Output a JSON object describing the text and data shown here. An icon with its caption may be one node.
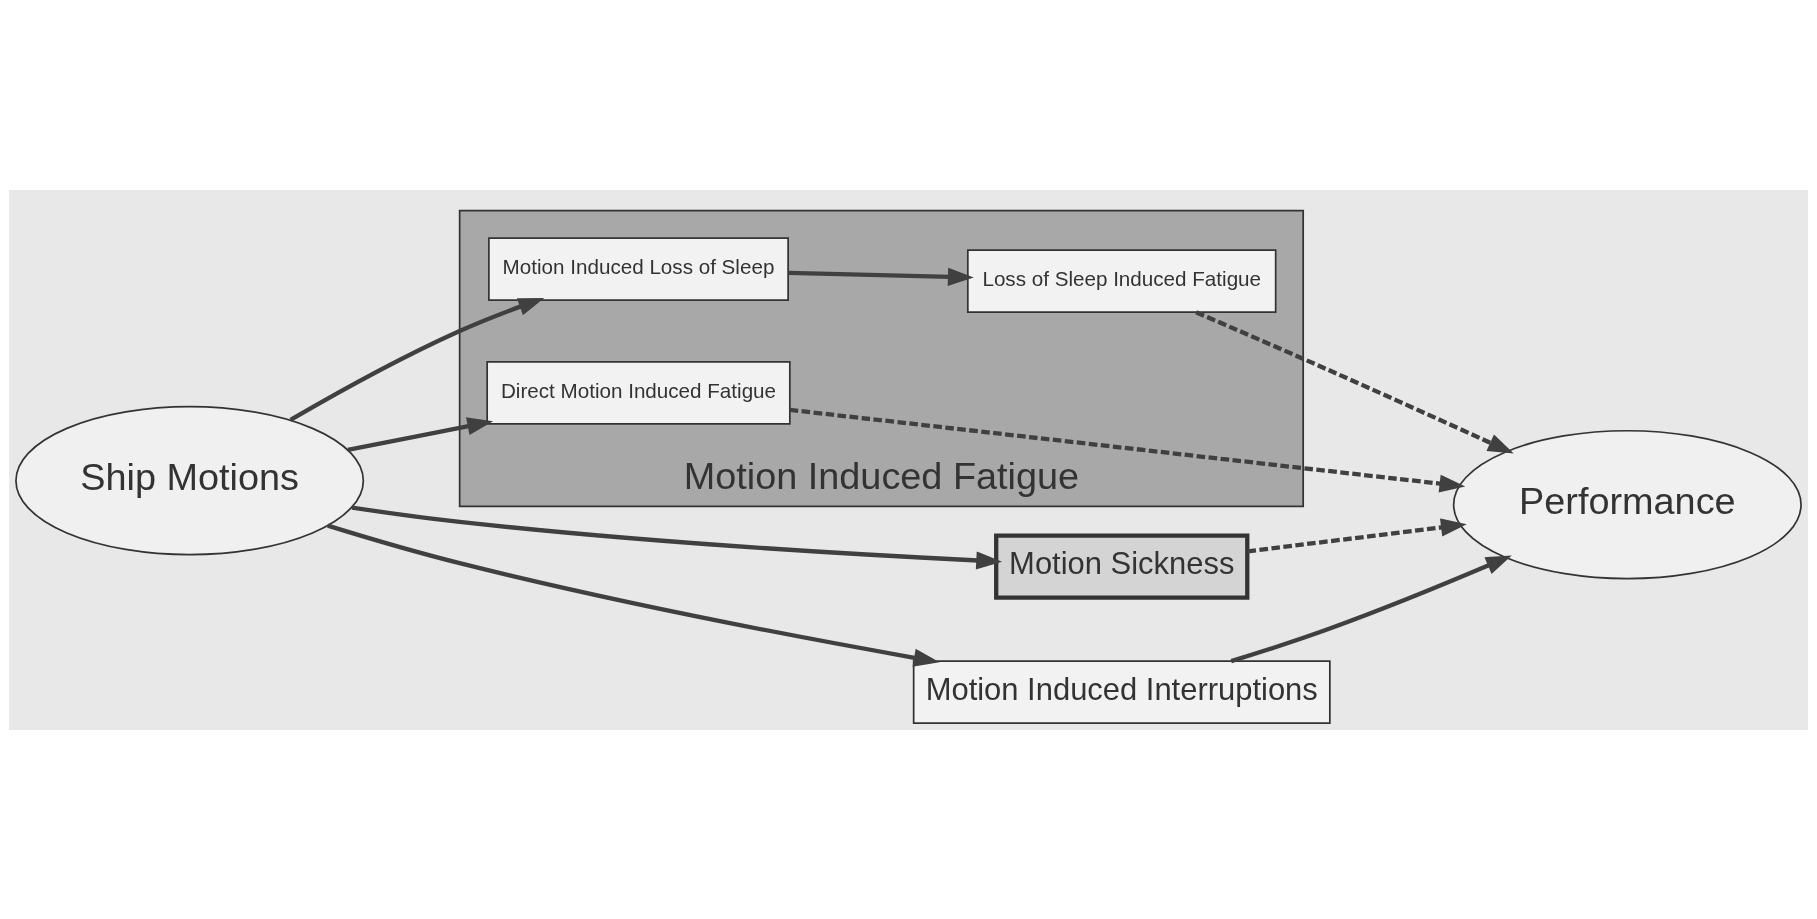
{
  "diagram": {
    "nodes": [
      {
        "text": [
          "Ship Motions"
        ]
      },
      {
        "text": [
          "Motion Induced Fatigue"
        ]
      },
      {
        "text": [
          "Motion Induced Loss of Sleep"
        ],
        "in": 1
      },
      {
        "text": [
          "Loss of Sleep Induced Fatigue"
        ],
        "in": 1
      },
      {
        "text": [
          "Direct Motion Induced Fatigue"
        ],
        "in": 1
      },
      {
        "text": [
          "Motion Sickness"
        ]
      },
      {
        "text": [
          "Motion Induced Interruptions"
        ]
      },
      {
        "text": [
          "Performance"
        ]
      }
    ],
    "edges": [
      {
        "from": 0,
        "to": 2,
        "arrow": "to"
      },
      {
        "from": 2,
        "to": 3,
        "arrow": "to"
      },
      {
        "from": 0,
        "to": 4,
        "arrow": "to"
      },
      {
        "from": 0,
        "to": 5,
        "arrow": "to"
      },
      {
        "from": 0,
        "to": 6,
        "arrow": "to"
      },
      {
        "from": 3,
        "to": 7,
        "arrow": "to",
        "style": "dashed"
      },
      {
        "from": 4,
        "to": 7,
        "arrow": "to",
        "style": "dashed"
      },
      {
        "from": 5,
        "to": 7,
        "arrow": "to",
        "style": "dashed"
      },
      {
        "from": 6,
        "to": 7,
        "arrow": "to"
      }
    ]
  }
}
